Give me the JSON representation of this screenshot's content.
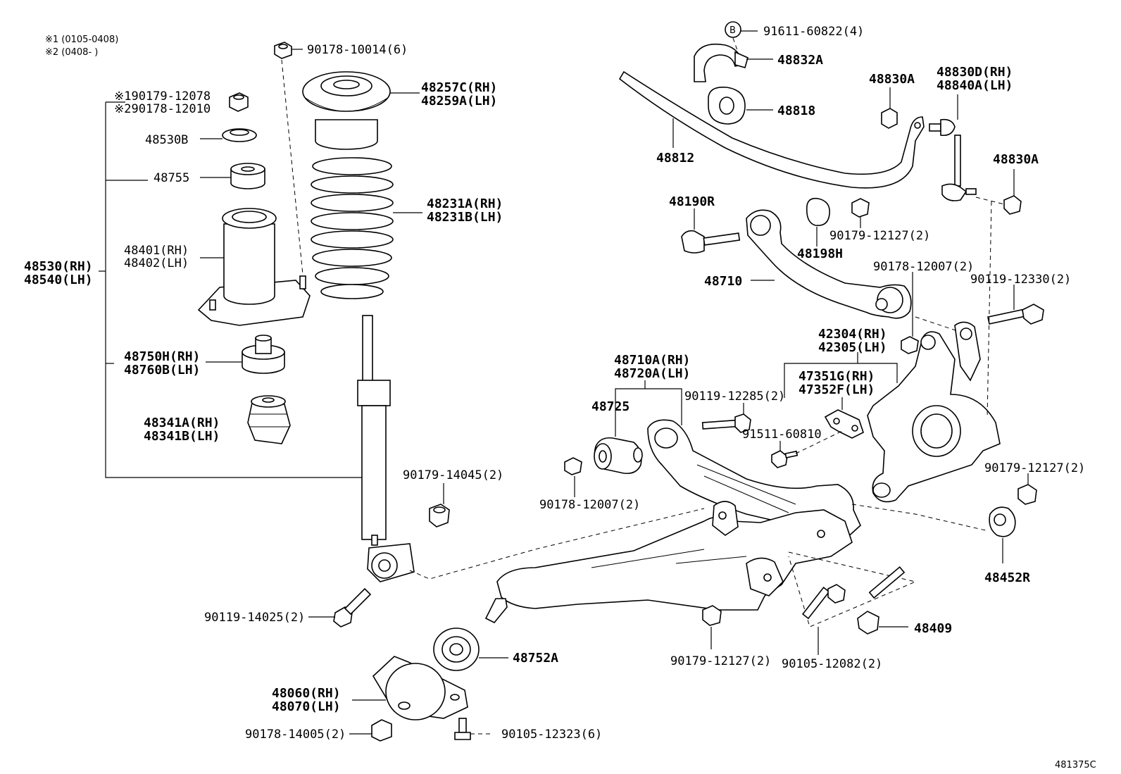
{
  "notes": {
    "note1": "※1 (0105-0408)",
    "note2": "※2 (0408-      )"
  },
  "labels": {
    "p90178_10014": "90178-10014(6)",
    "p90179_12078": "※190179-12078",
    "p90178_12010": "※290178-12010",
    "p48530B": "48530B",
    "p48755": "48755",
    "p48401": "48401(RH)",
    "p48402": "48402(LH)",
    "p48530": "48530(RH)",
    "p48540": "48540(LH)",
    "p48750H": "48750H(RH)",
    "p48760B": "48760B(LH)",
    "p48341A": "48341A(RH)",
    "p48341B": "48341B(LH)",
    "p48257C": "48257C(RH)",
    "p48259A": "48259A(LH)",
    "p48231A": "48231A(RH)",
    "p48231B": "48231B(LH)",
    "p90179_14045": "90179-14045(2)",
    "p90119_14025": "90119-14025(2)",
    "p48752A": "48752A",
    "p48060": "48060(RH)",
    "p48070": "48070(LH)",
    "p90178_14005": "90178-14005(2)",
    "p90105_12323": "90105-12323(6)",
    "p91611": "91611-60822(4)",
    "b_circle": "B",
    "p48832A": "48832A",
    "p48818": "48818",
    "p48812": "48812",
    "p48830A_top": "48830A",
    "p48830D": "48830D(RH)",
    "p48840A": "48840A(LH)",
    "p48830A_right": "48830A",
    "p48190R": "48190R",
    "p48198H": "48198H",
    "p90179_12127_a": "90179-12127(2)",
    "p48710": "48710",
    "p90178_12007_a": "90178-12007(2)",
    "p90119_12330": "90119-12330(2)",
    "p42304": "42304(RH)",
    "p42305": "42305(LH)",
    "p48710A": "48710A(RH)",
    "p48720A": "48720A(LH)",
    "p47351G": "47351G(RH)",
    "p47352F": "47352F(LH)",
    "p48725": "48725",
    "p90119_12285": "90119-12285(2)",
    "p91511": "91511-60810",
    "p90178_12007_b": "90178-12007(2)",
    "p90179_12127_b": "90179-12127(2)",
    "p48452R": "48452R",
    "p48409": "48409",
    "p90179_12127_c": "90179-12127(2)",
    "p90105_12082": "90105-12082(2)",
    "figure_code": "481375C"
  }
}
